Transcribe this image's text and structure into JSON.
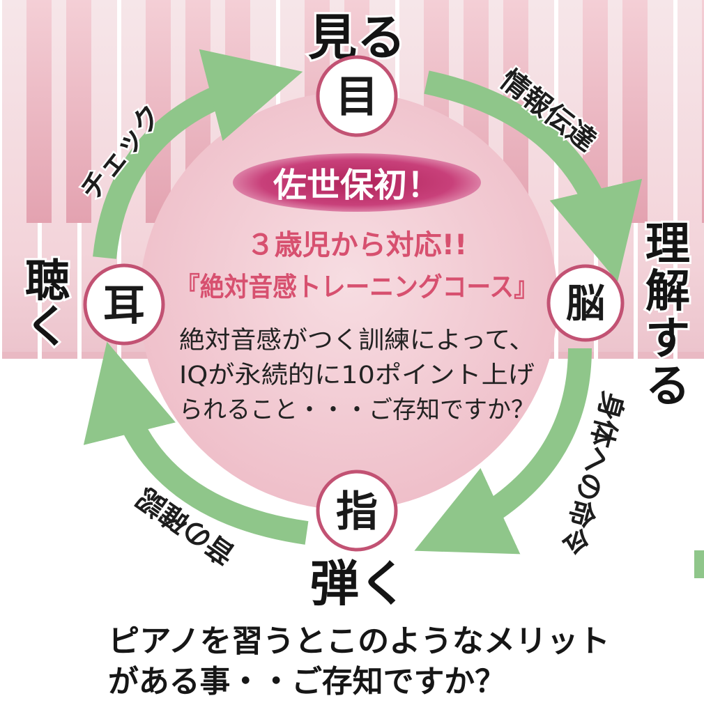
{
  "nodes": {
    "eye": "目",
    "brain": "脳",
    "finger": "指",
    "ear": "耳"
  },
  "outer_labels": {
    "see": "見る",
    "understand": "理解する",
    "play": "弾く",
    "listen": "聴く"
  },
  "arrow_labels": {
    "info_transfer": "情報伝達",
    "body_command": "身体への命令",
    "sound_check": "音の確認",
    "check": "チェック"
  },
  "center": {
    "badge": "佐世保初！",
    "age": "３歳児から対応!!",
    "course": "『絶対音感トレーニングコース』",
    "desc_line1": "絶対音感がつく訓練によって、",
    "desc_line2": "IQが永続的に10ポイント上げ",
    "desc_line3": "られること・・・ご存知ですか？"
  },
  "caption": {
    "line1": "ピアノを習うとこのようなメリット",
    "line2": "がある事・・ご存知ですか？"
  },
  "colors": {
    "circle_fill": "#f2c9d2",
    "node_border": "#c25273",
    "arrow_green": "#8fc68a",
    "badge_fill": "#c2356a",
    "pink_text": "#d7506f"
  }
}
